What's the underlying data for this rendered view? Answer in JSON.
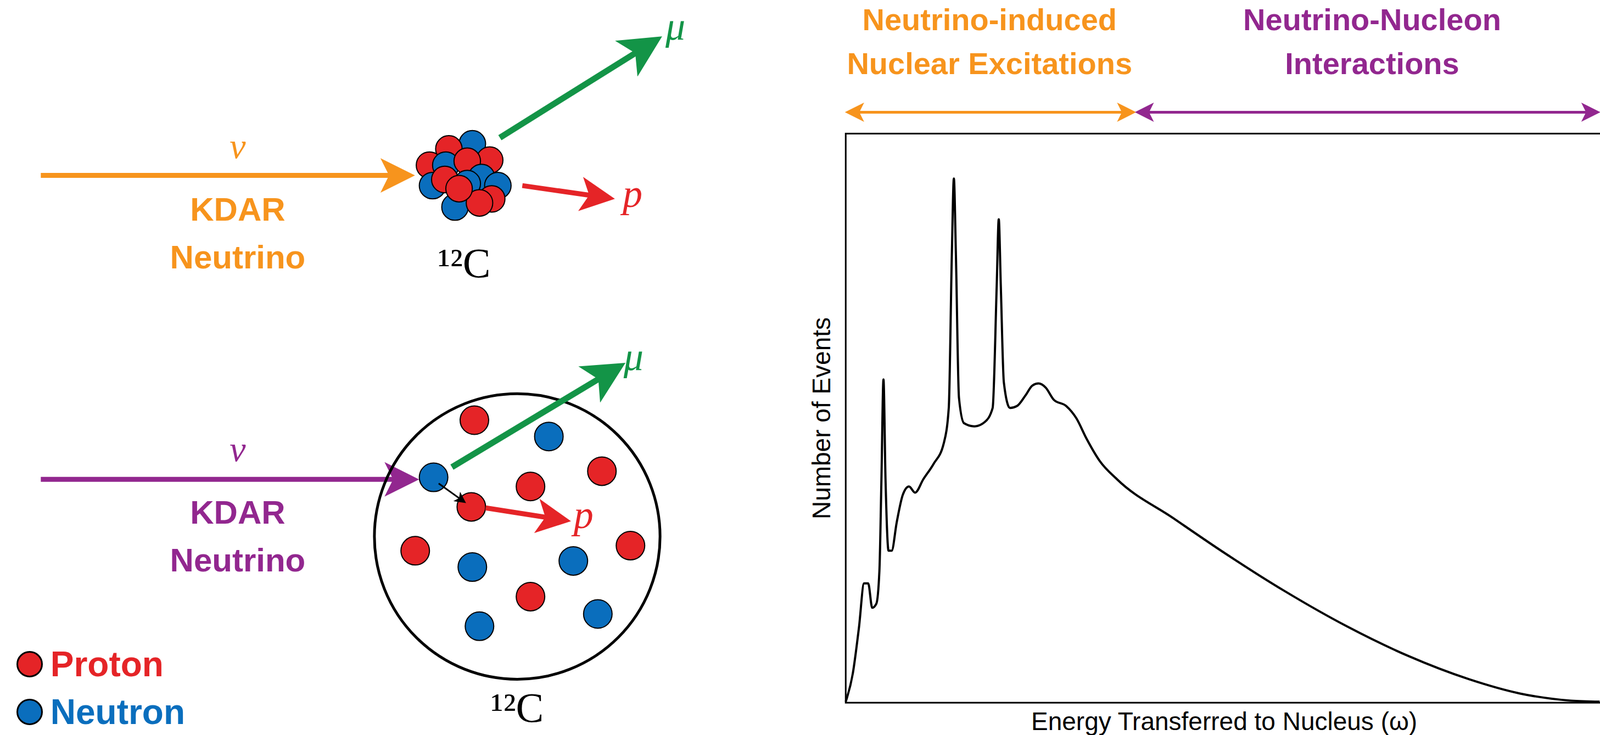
{
  "diagram": {
    "nodes": [
      {
        "text": [
          "¹²C"
        ]
      },
      {
        "text": [
          "¹²C"
        ]
      }
    ],
    "labels": [
      "ν",
      "KDAR Neutrino",
      "μ",
      "p",
      "ν",
      "KDAR Neutrino",
      "μ",
      "p",
      "Neutrino-induced Nuclear Excitations",
      "Neutrino-Nucleon Interactions",
      "Number of Events",
      "Energy Transferred to Nucleus (ω)"
    ],
    "legend": [
      {
        "text": "Proton",
        "color": "#e52427"
      },
      {
        "text": "Neutron",
        "color": "#0a6ebd"
      }
    ]
  }
}
